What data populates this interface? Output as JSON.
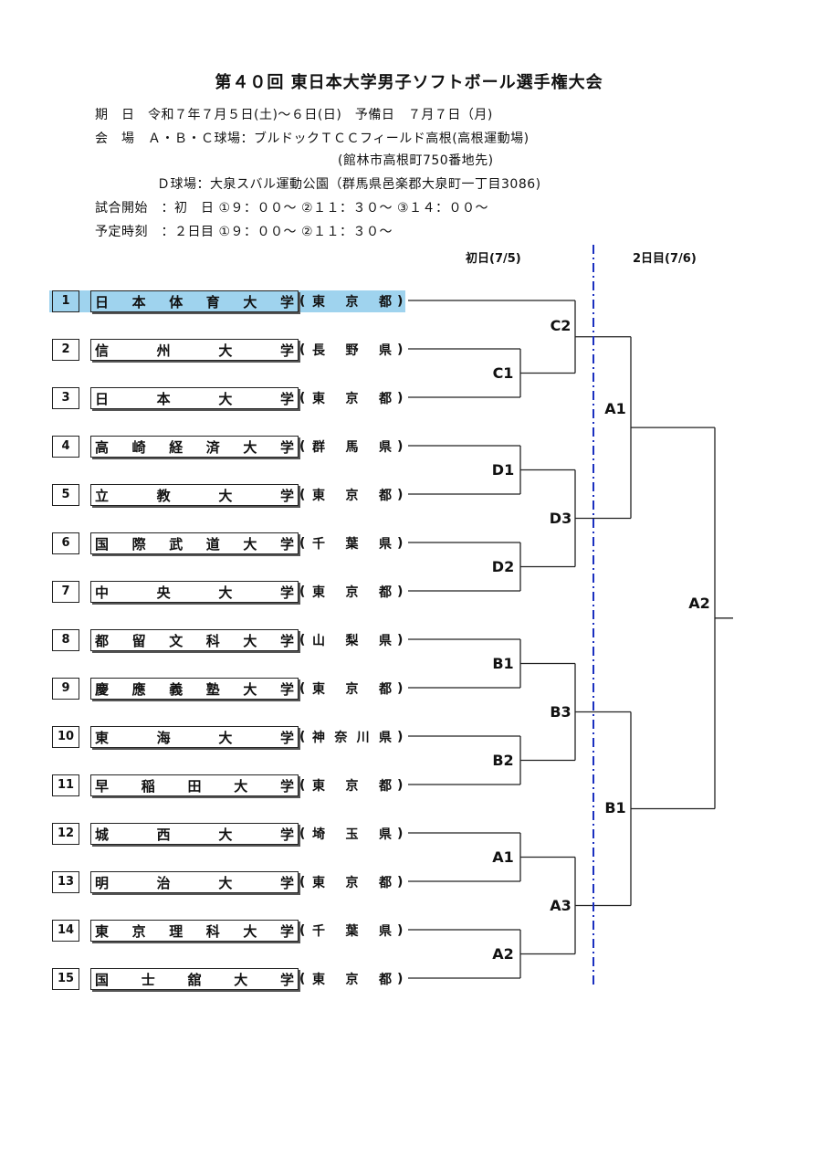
{
  "title": "第４０回 東日本大学男子ソフトボール選手権大会",
  "info": {
    "line1": "期　日　令和７年７月５日(土)～６日(日)　予備日　７月７日（月)",
    "line2": "会　場　Ａ・Ｂ・Ｃ球場：ブルドックＴＣＣフィールド高根(高根運動場)",
    "line3": "(館林市高根町750番地先)",
    "line4": "Ｄ球場：大泉スバル運動公園（群馬県邑楽郡大泉町一丁目3086)",
    "line5": "試合開始　：初　日 ①９：００～ ②１１：３０～ ③１４：００～",
    "line6": "予定時刻　：２日目 ①９：００～ ②１１：３０～"
  },
  "days": {
    "day1": "初日(7/5)",
    "day2": "2日目(7/6)"
  },
  "teams": [
    {
      "no": "1",
      "name": "日本体育大学",
      "pref": "東京都"
    },
    {
      "no": "2",
      "name": "信州大学",
      "pref": "長野県"
    },
    {
      "no": "3",
      "name": "日本大学",
      "pref": "東京都"
    },
    {
      "no": "4",
      "name": "高崎経済大学",
      "pref": "群馬県"
    },
    {
      "no": "5",
      "name": "立教大学",
      "pref": "東京都"
    },
    {
      "no": "6",
      "name": "国際武道大学",
      "pref": "千葉県"
    },
    {
      "no": "7",
      "name": "中央大学",
      "pref": "東京都"
    },
    {
      "no": "8",
      "name": "都留文科大学",
      "pref": "山梨県"
    },
    {
      "no": "9",
      "name": "慶應義塾大学",
      "pref": "東京都"
    },
    {
      "no": "10",
      "name": "東海大学",
      "pref": "神奈川県"
    },
    {
      "no": "11",
      "name": "早稲田大学",
      "pref": "東京都"
    },
    {
      "no": "12",
      "name": "城西大学",
      "pref": "埼玉県"
    },
    {
      "no": "13",
      "name": "明治大学",
      "pref": "東京都"
    },
    {
      "no": "14",
      "name": "東京理科大学",
      "pref": "千葉県"
    },
    {
      "no": "15",
      "name": "国士舘大学",
      "pref": "東京都"
    }
  ],
  "match_labels": {
    "c1": "C1",
    "c2": "C2",
    "d1": "D1",
    "d2": "D2",
    "d3": "D3",
    "b1": "B1",
    "b2": "B2",
    "b3": "B3",
    "a1": "A1",
    "a2": "A2",
    "a3": "A3",
    "r2_a1": "A1",
    "r2_b1": "B1",
    "final_a2": "A2"
  },
  "colors": {
    "highlight": "#9fd3ee",
    "divider": "#1a2fbf",
    "line": "#222222"
  }
}
